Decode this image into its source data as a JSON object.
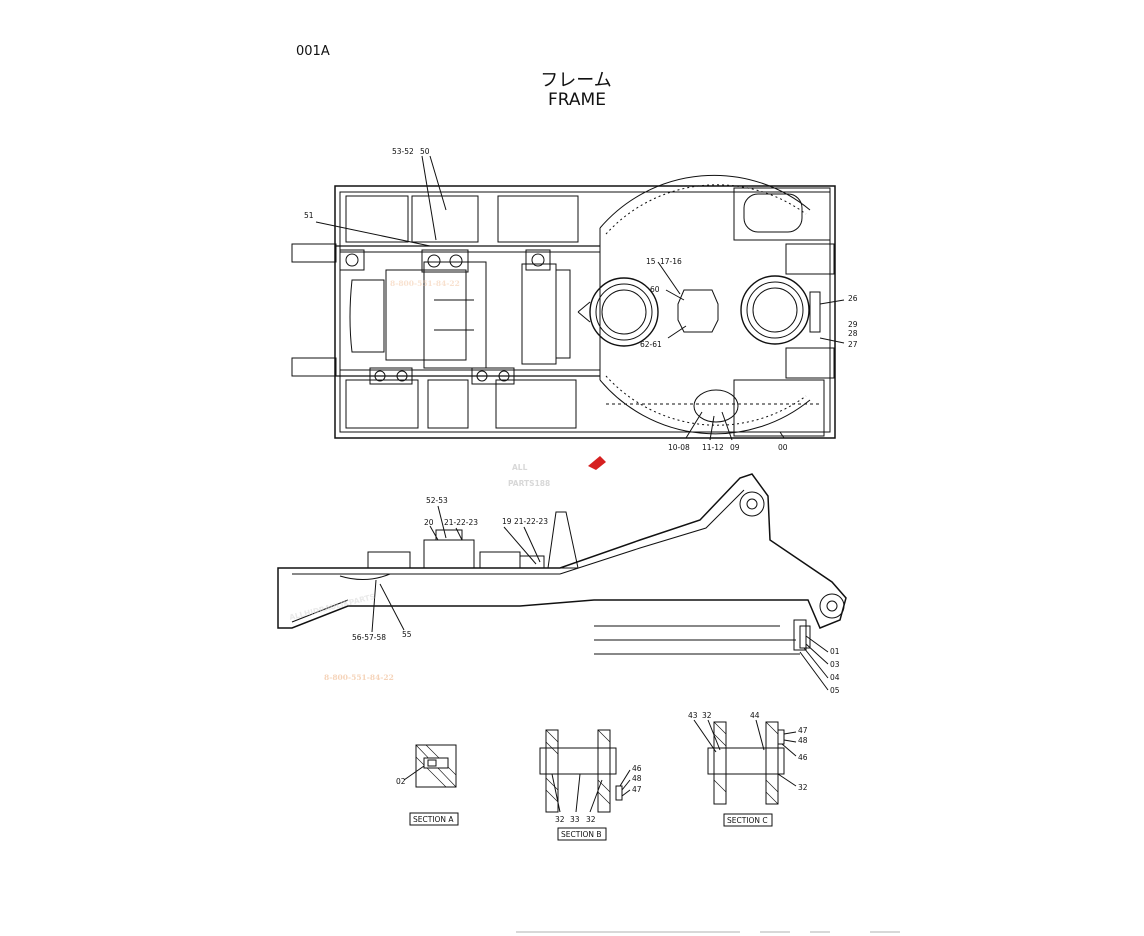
{
  "header": {
    "code": "001A",
    "title_jp": "フレーム",
    "title_en": "FRAME"
  },
  "watermarks": {
    "phone_top": "8-800-551-84-22",
    "phone_bottom": "8-800-551-84-22",
    "logo_top": "ALL",
    "logo_bottom": "PARTS188",
    "diagonal": "ALLHIDRAULIKPARTS"
  },
  "top_view_labels": {
    "l53_52": "53-52",
    "l50": "50",
    "l51": "51",
    "l15": "15",
    "l17_16": "17-16",
    "l60": "60",
    "l62_61": "62-61",
    "l26": "26",
    "l29": "29",
    "l28": "28",
    "l27": "27",
    "l10_08": "10-08",
    "l11_12": "11-12",
    "l09": "09",
    "l00": "00"
  },
  "side_view_labels": {
    "l52_53": "52-53",
    "l20": "20",
    "l21_22_23_a": "21-22-23",
    "l19": "19",
    "l21_22_23_b": "21-22-23",
    "l56_57_58": "56-57-58",
    "l55": "55",
    "l01": "01",
    "l03": "03",
    "l04": "04",
    "l05": "05"
  },
  "section_a": {
    "label": "SECTION A",
    "l02": "02"
  },
  "section_b": {
    "label": "SECTION B",
    "l32a": "32",
    "l33": "33",
    "l32b": "32",
    "l46": "46",
    "l48": "48",
    "l47": "47"
  },
  "section_c": {
    "label": "SECTION C",
    "l43": "43",
    "l32a": "32",
    "l44": "44",
    "l47": "47",
    "l48": "48",
    "l46": "46",
    "l32b": "32"
  }
}
